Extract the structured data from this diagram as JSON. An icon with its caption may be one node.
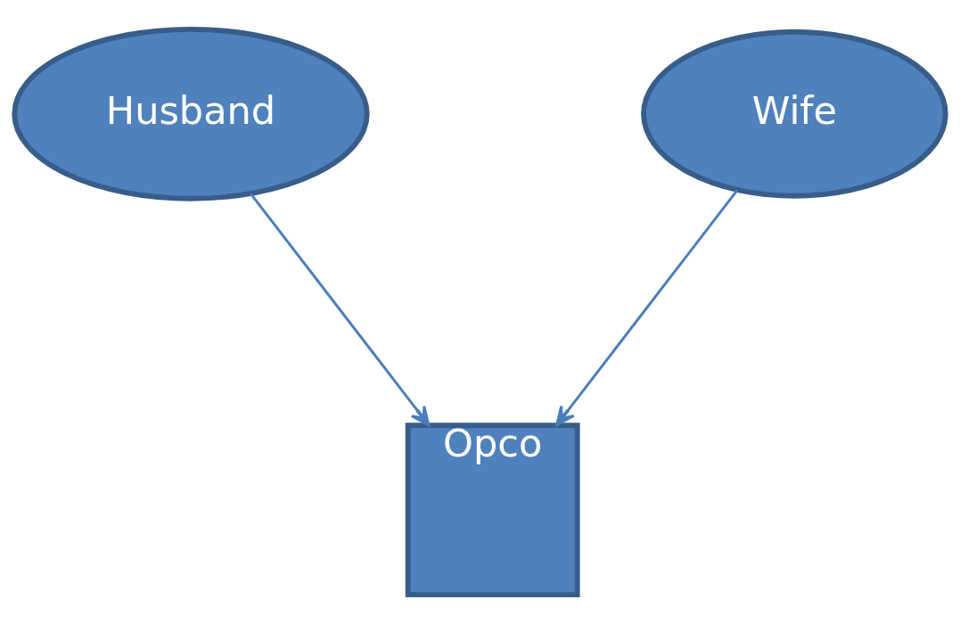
{
  "diagram": {
    "nodes": [
      {
        "text": [
          "Husband"
        ]
      },
      {
        "text": [
          "Wife"
        ]
      },
      {
        "text": [
          "Opco"
        ]
      }
    ],
    "edges": [
      {
        "from": 0,
        "to": 2,
        "arrow": "to"
      },
      {
        "from": 1,
        "to": 2,
        "arrow": "to"
      }
    ]
  }
}
